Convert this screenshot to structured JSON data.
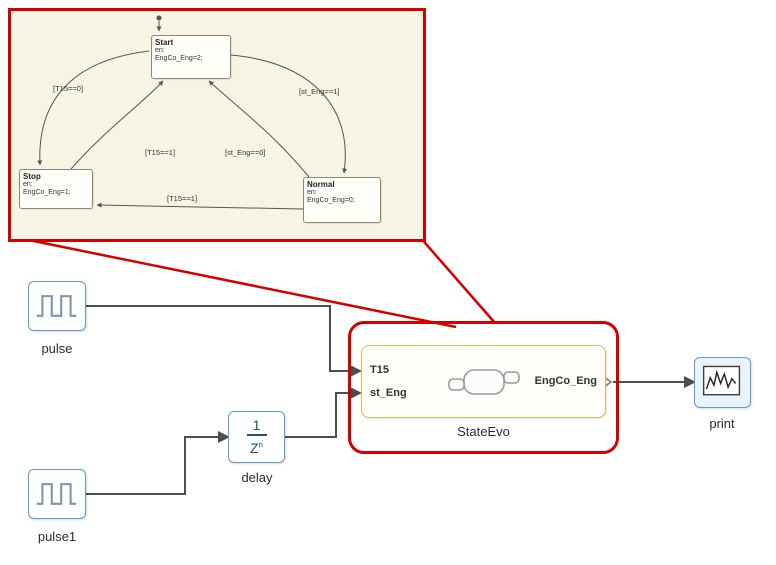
{
  "inset": {
    "states": {
      "start": {
        "name": "Start",
        "en": "en:",
        "action": "EngCo_Eng=2;"
      },
      "stop": {
        "name": "Stop",
        "en": "en:",
        "action": "EngCo_Eng=1;"
      },
      "normal": {
        "name": "Normal",
        "en": "en:",
        "action": "EngCo_Eng=0;"
      }
    },
    "transitions": {
      "left_outer": "[T15==0]",
      "right_outer": "[st_Eng==1]",
      "left_inner": "[T15==1]",
      "right_inner": "[st_Eng==0]",
      "bottom": "[T15==1]"
    }
  },
  "blocks": {
    "pulse": {
      "label": "pulse"
    },
    "pulse1": {
      "label": "pulse1"
    },
    "delay": {
      "label": "delay",
      "numerator": "1",
      "denominator": "Z",
      "exponent": "n"
    },
    "stateevo": {
      "label": "StateEvo",
      "in1": "T15",
      "in2": "st_Eng",
      "out": "EngCo_Eng"
    },
    "print": {
      "label": "print"
    }
  },
  "colors": {
    "highlight_red": "#d40000",
    "block_border_blue": "#5f9bd3",
    "chart_border_orange": "#d9b55a",
    "wire_gray": "#4d4d4d"
  }
}
